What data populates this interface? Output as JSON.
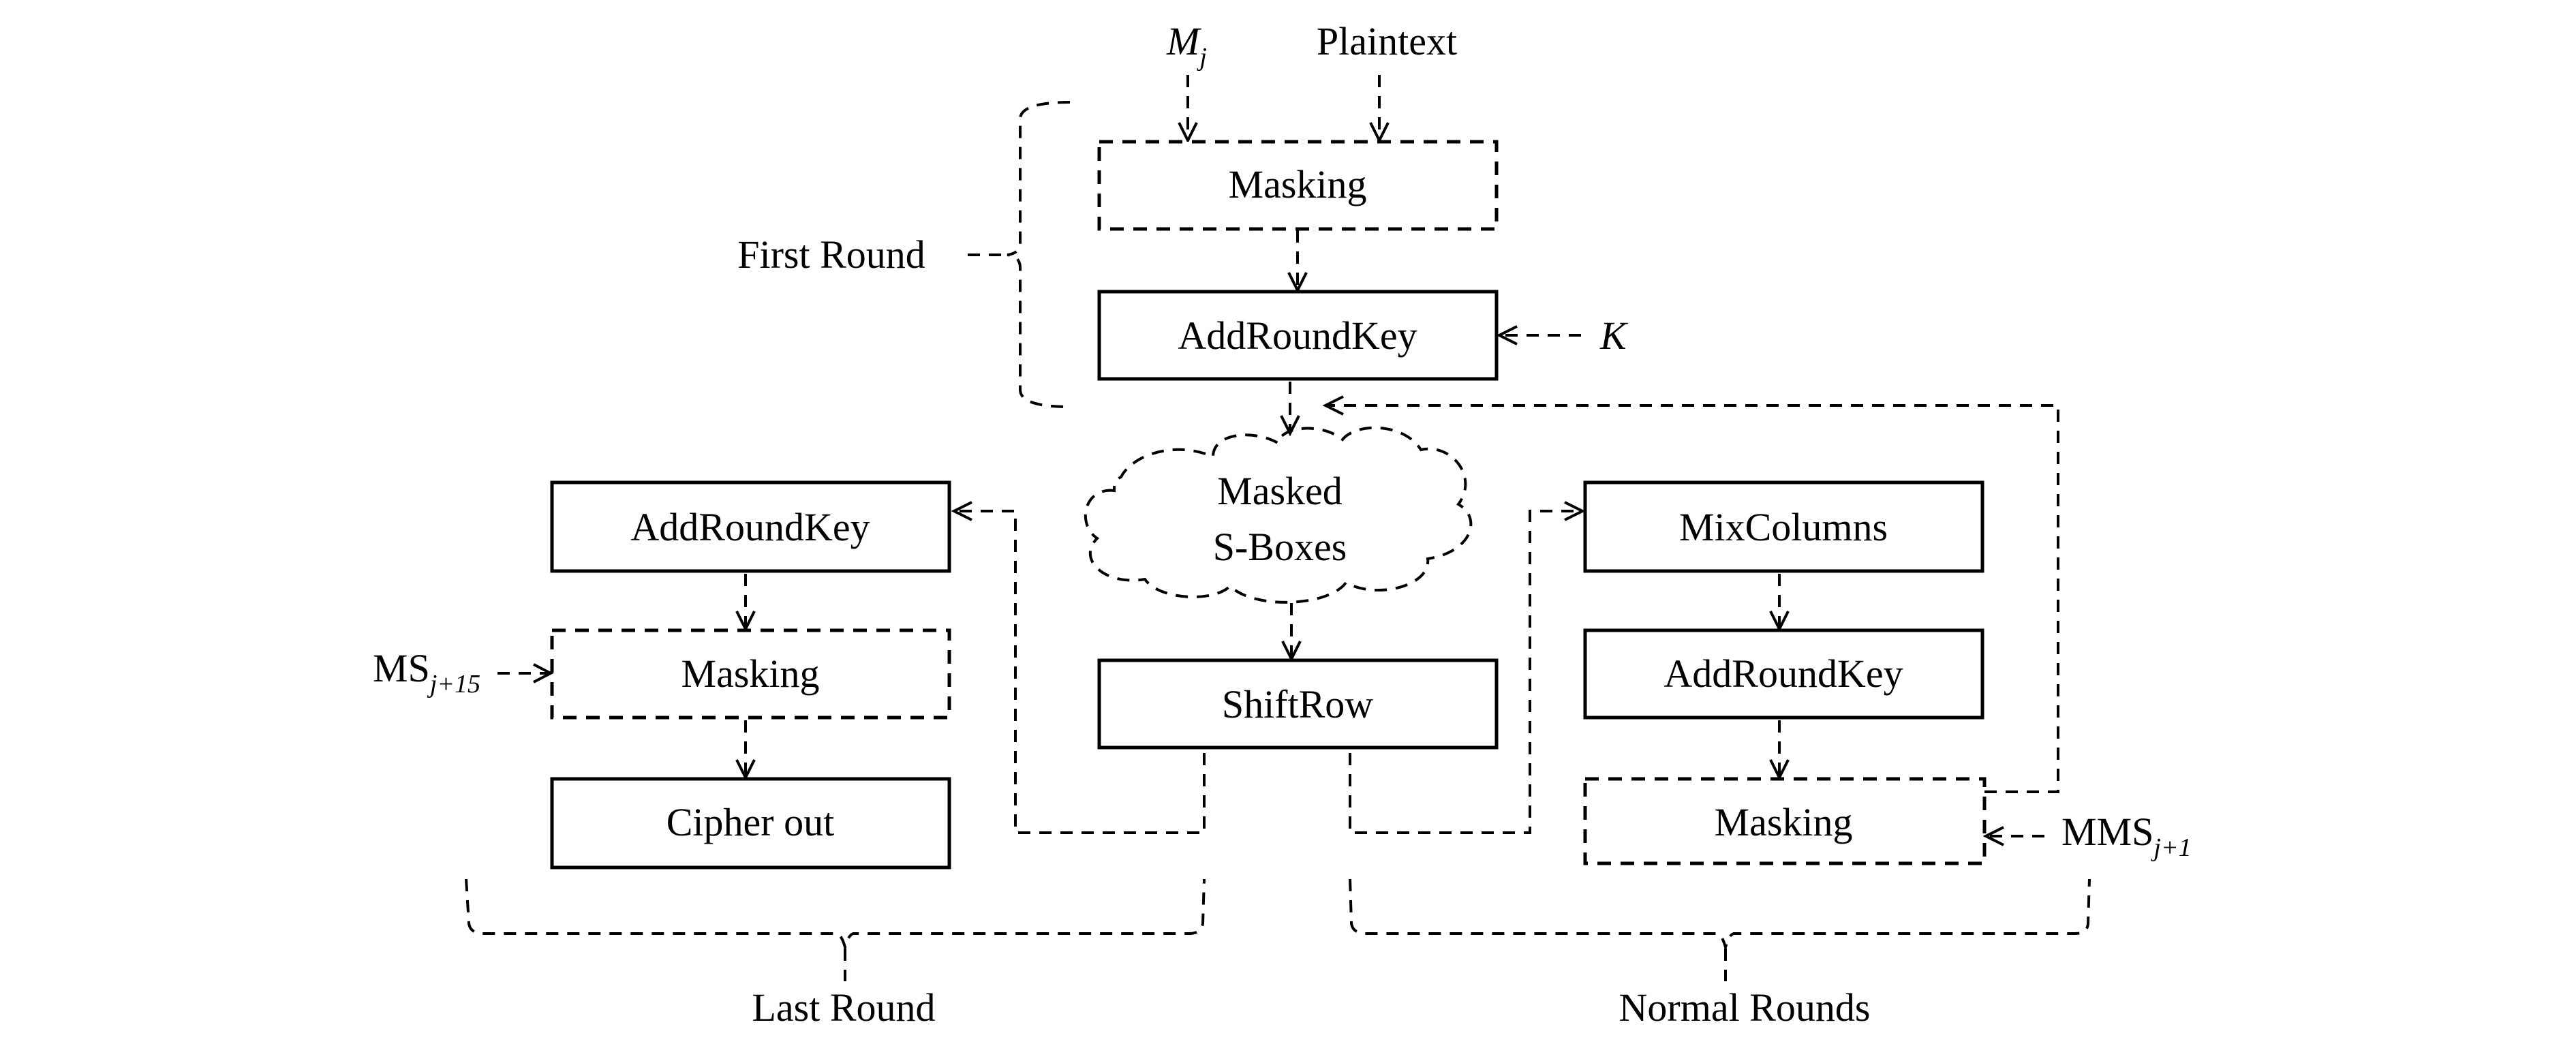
{
  "diagram": {
    "inputs": {
      "mask_label_base": "M",
      "mask_label_sub": "j",
      "plaintext_label": "Plaintext",
      "key_label": "K"
    },
    "first_round": {
      "label": "First Round",
      "masking_label": "Masking",
      "add_round_key_label": "AddRoundKey"
    },
    "center": {
      "sbox_line1": "Masked",
      "sbox_line2": "S-Boxes",
      "shift_row_label": "ShiftRow"
    },
    "last_round": {
      "label": "Last Round",
      "add_round_key_label": "AddRoundKey",
      "masking_label": "Masking",
      "cipher_out_label": "Cipher out",
      "ms_label_base": "MS",
      "ms_label_sub": "j+15"
    },
    "normal_rounds": {
      "label": "Normal Rounds",
      "mix_columns_label": "MixColumns",
      "add_round_key_label": "AddRoundKey",
      "masking_label": "Masking",
      "mms_label_base": "MMS",
      "mms_label_sub": "j+1"
    }
  }
}
